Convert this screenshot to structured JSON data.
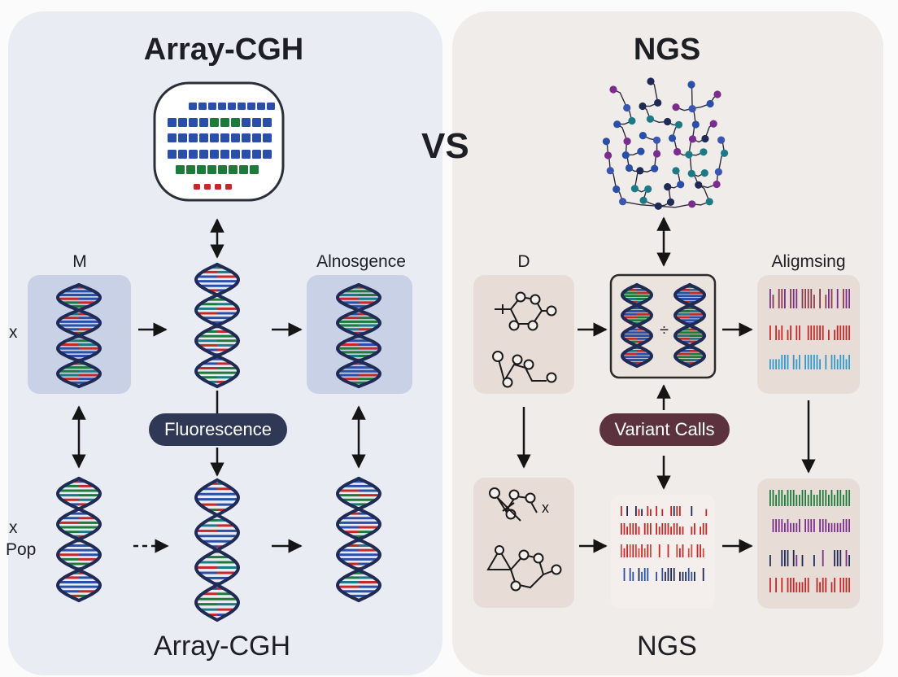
{
  "left": {
    "title_top": "Array-CGH",
    "title_bottom": "Array-CGH",
    "label_m": "M",
    "label_alnosgence": "Alnosgence",
    "side_x1": "x",
    "side_x2": "x",
    "side_pop": "Pop",
    "pill": "Fluorescence",
    "pill_color": "#2f3855"
  },
  "vs": "VS",
  "right": {
    "title_top": "NGS",
    "title_bottom": "NGS",
    "label_d": "D",
    "label_aligmsing": "Aligmsing",
    "pill": "Variant Calls",
    "pill_color": "#5b323d"
  },
  "colors": {
    "left_panel": "#e9ecf3",
    "right_panel": "#efecea",
    "blue": "#2a4fa8",
    "green": "#1d7a3a",
    "red": "#c62828",
    "purple": "#7b2d8e",
    "teal": "#1c7a86",
    "cyan": "#3399cc",
    "navy": "#1f2a55"
  }
}
